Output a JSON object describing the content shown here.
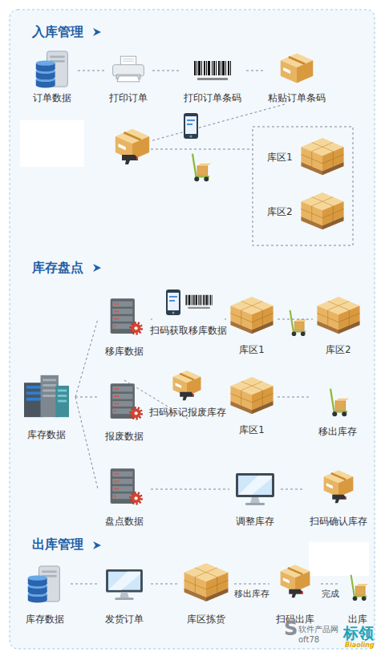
{
  "diagram": {
    "nodes": [
      {
        "text": [
          "订单数据"
        ]
      },
      {
        "text": [
          "打印订单"
        ]
      },
      {
        "text": [
          "打印订单条码"
        ]
      },
      {
        "text": [
          "粘贴订单条码"
        ]
      },
      {
        "text": [
          "库区1"
        ]
      },
      {
        "text": [
          "库区2"
        ]
      },
      {
        "text": [
          "库存数据"
        ]
      },
      {
        "text": [
          "移库数据"
        ]
      },
      {
        "text": [
          "扫码获取移库数据"
        ]
      },
      {
        "text": [
          "库区1"
        ]
      },
      {
        "text": [
          "库区2"
        ]
      },
      {
        "text": [
          "报废数据"
        ]
      },
      {
        "text": [
          "扫码标记报废库存"
        ]
      },
      {
        "text": [
          "库区1"
        ]
      },
      {
        "text": [
          "移出库存"
        ]
      },
      {
        "text": [
          "盘点数据"
        ]
      },
      {
        "text": [
          "调整库存"
        ]
      },
      {
        "text": [
          "扫码确认库存"
        ]
      },
      {
        "text": [
          "库存数据"
        ]
      },
      {
        "text": [
          "发货订单"
        ]
      },
      {
        "text": [
          "库区拣货"
        ]
      },
      {
        "text": [
          "扫码出库"
        ]
      },
      {
        "text": [
          "出库"
        ]
      }
    ],
    "edges": [
      {
        "from": 0,
        "to": 1,
        "arrow": "none"
      },
      {
        "from": 1,
        "to": 2,
        "arrow": "none"
      },
      {
        "from": 2,
        "to": 3,
        "arrow": "none"
      },
      {
        "from": 6,
        "to": 7,
        "arrow": "none"
      },
      {
        "from": 6,
        "to": 11,
        "arrow": "none"
      },
      {
        "from": 6,
        "to": 15,
        "arrow": "none"
      },
      {
        "from": 7,
        "to": 8,
        "arrow": "none"
      },
      {
        "from": 8,
        "to": 9,
        "arrow": "none"
      },
      {
        "from": 9,
        "to": 10,
        "arrow": "none"
      },
      {
        "from": 11,
        "to": 12,
        "arrow": "none"
      },
      {
        "from": 12,
        "to": 13,
        "arrow": "none"
      },
      {
        "from": 13,
        "to": 14,
        "arrow": "none"
      },
      {
        "from": 15,
        "to": 16,
        "arrow": "none"
      },
      {
        "from": 16,
        "to": 17,
        "arrow": "none"
      },
      {
        "from": 18,
        "to": 19,
        "arrow": "none"
      },
      {
        "from": 19,
        "to": 20,
        "arrow": "none"
      },
      {
        "from": 20,
        "to": 21,
        "label": "移出库存",
        "arrow": "none"
      },
      {
        "from": 21,
        "to": 22,
        "label": "完成",
        "arrow": "none"
      }
    ],
    "labels": [
      "入库管理",
      "库存盘点",
      "出库管理",
      "S",
      "软件产品网",
      "oft78",
      "标领",
      "Biaoling"
    ]
  }
}
